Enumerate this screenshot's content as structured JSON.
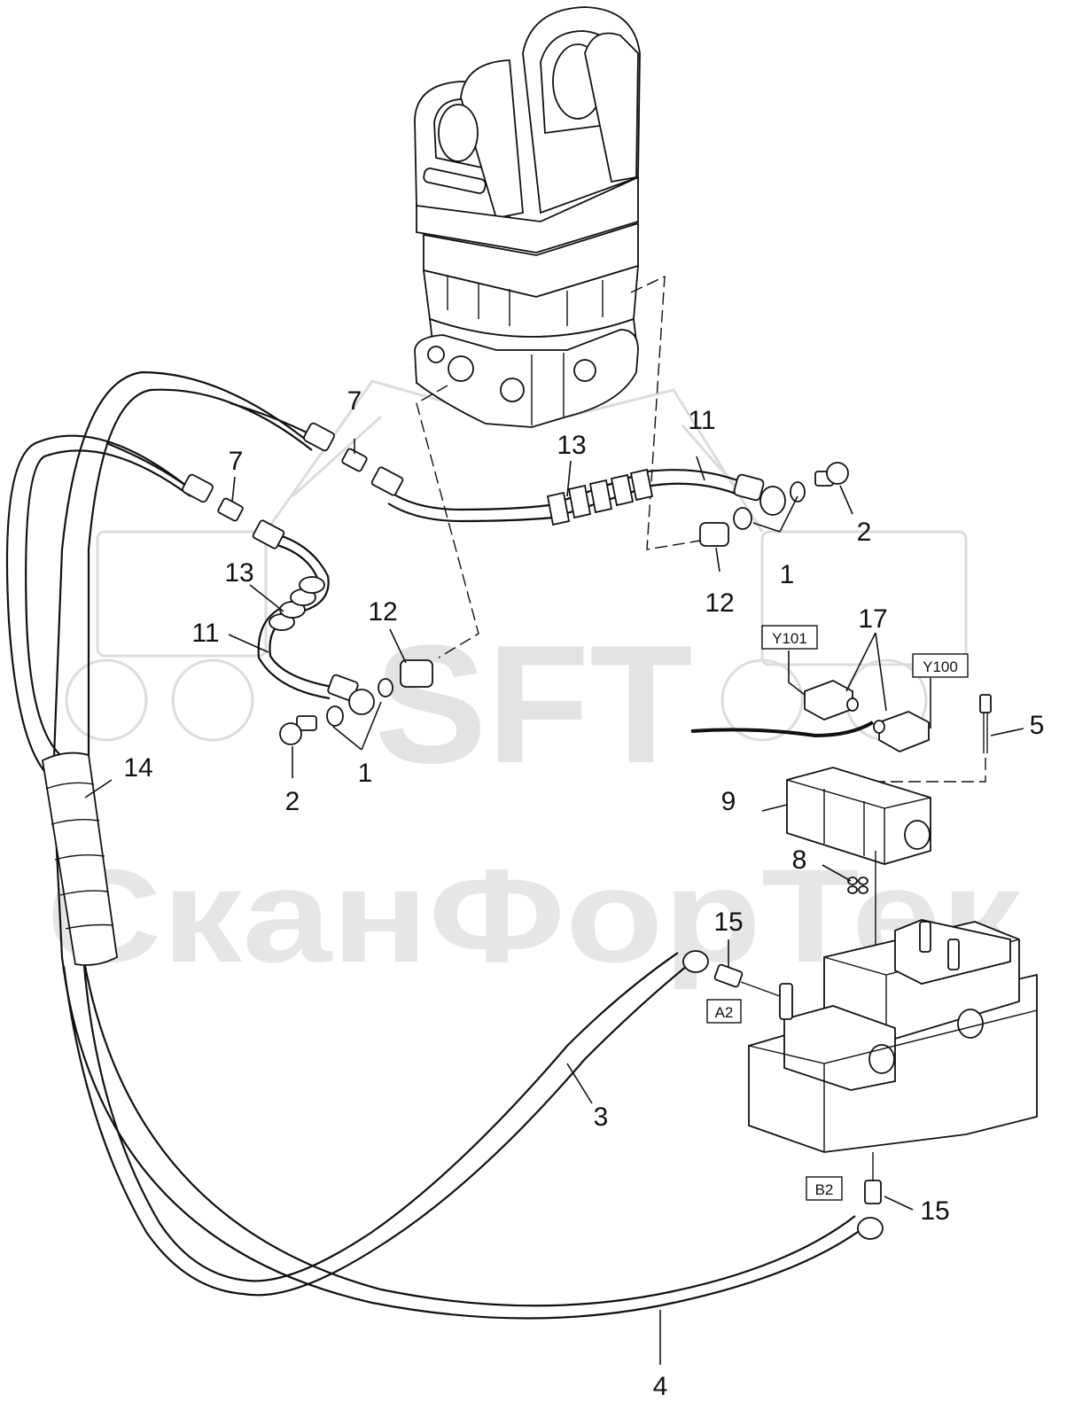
{
  "watermark": {
    "brand": "SFT",
    "company": "СканФорТек",
    "logo_icon": "forestry-machine-watermark-icon"
  },
  "callouts": {
    "c1_right": "1",
    "c1_left": "1",
    "c2_right": "2",
    "c2_left": "2",
    "c3": "3",
    "c4": "4",
    "c5": "5",
    "c7_a": "7",
    "c7_b": "7",
    "c8": "8",
    "c9": "9",
    "c11_right": "11",
    "c11_left": "11",
    "c12_right": "12",
    "c12_left": "12",
    "c13_top": "13",
    "c13_left": "13",
    "c14": "14",
    "c15_top": "15",
    "c15_bottom": "15",
    "c17": "17"
  },
  "tags": {
    "y101": "Y101",
    "y100": "Y100",
    "a2": "A2",
    "b2": "B2"
  },
  "colors": {
    "line": "#111111",
    "watermark": "#e3e3e3",
    "background": "#ffffff"
  }
}
